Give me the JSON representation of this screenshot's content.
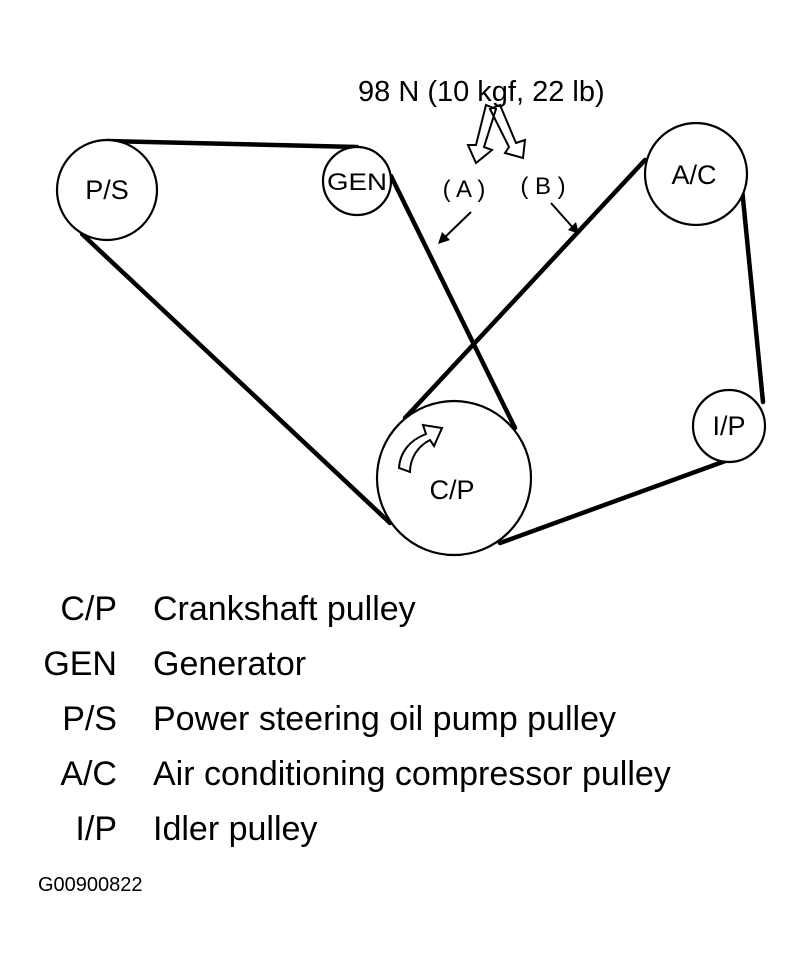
{
  "diagram": {
    "tension_label": "98 N (10 kgf, 22 lb)",
    "point_a_label": "( A )",
    "point_b_label": "( B )",
    "pulleys": {
      "ps": "P/S",
      "gen": "GEN",
      "ac": "A/C",
      "ip": "I/P",
      "cp": "C/P"
    }
  },
  "legend": [
    {
      "abbr": "C/P",
      "desc": "Crankshaft pulley"
    },
    {
      "abbr": "GEN",
      "desc": "Generator"
    },
    {
      "abbr": "P/S",
      "desc": "Power steering oil pump pulley"
    },
    {
      "abbr": "A/C",
      "desc": "Air conditioning compressor pulley"
    },
    {
      "abbr": "I/P",
      "desc": "Idler pulley"
    }
  ],
  "figure_id": "G00900822"
}
